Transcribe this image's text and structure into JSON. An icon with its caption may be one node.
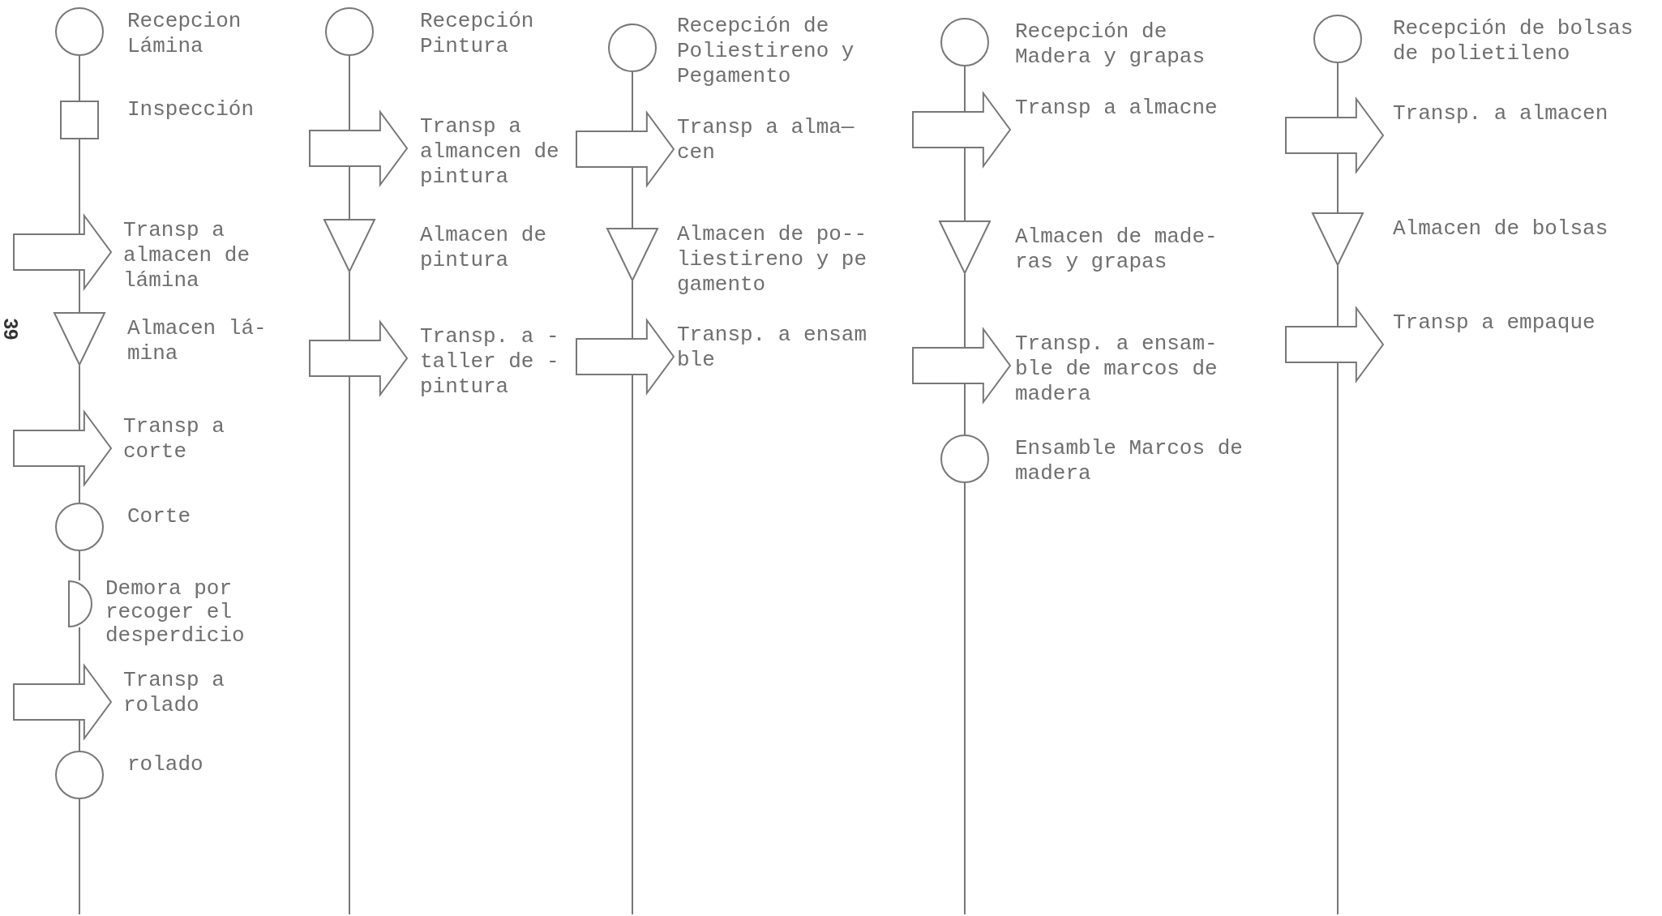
{
  "diagram": {
    "nodes": [
      {
        "text": [],
        "shape": "circle",
        "beside": [
          "Recepcion Lámina"
        ]
      },
      {
        "text": [],
        "shape": "box",
        "beside": [
          "Inspección"
        ]
      },
      {
        "text": [],
        "shape": "arrow",
        "beside": [
          "Transp a almacen de lámina"
        ]
      },
      {
        "text": [],
        "shape": "triangle",
        "beside": [
          "Almacen lá- mina"
        ]
      },
      {
        "text": [],
        "shape": "arrow",
        "beside": [
          "Transp a corte"
        ]
      },
      {
        "text": [],
        "shape": "circle",
        "beside": [
          "Corte"
        ]
      },
      {
        "text": [],
        "shape": "semicircle",
        "beside": [
          "Demora por recoger el desperdicio"
        ]
      },
      {
        "text": [],
        "shape": "arrow",
        "beside": [
          "Transp a rolado"
        ]
      },
      {
        "text": [],
        "shape": "circle",
        "beside": [
          "rolado"
        ]
      },
      {
        "text": [],
        "shape": "circle",
        "beside": [
          "Recepción Pintura"
        ]
      },
      {
        "text": [],
        "shape": "arrow",
        "beside": [
          "Transp a almancen de pintura"
        ]
      },
      {
        "text": [],
        "shape": "triangle",
        "beside": [
          "Almacen de pintura"
        ]
      },
      {
        "text": [],
        "shape": "arrow",
        "beside": [
          "Transp. a - taller de - pintura"
        ]
      },
      {
        "text": [],
        "shape": "circle",
        "beside": [
          "Recepción de Poliestireno y Pegamento"
        ]
      },
      {
        "text": [],
        "shape": "arrow",
        "beside": [
          "Transp a alma— cen"
        ]
      },
      {
        "text": [],
        "shape": "triangle",
        "beside": [
          "Almacen de po-- liestireno y pe gamento"
        ]
      },
      {
        "text": [],
        "shape": "arrow",
        "beside": [
          "Transp. a ensam ble"
        ]
      },
      {
        "text": [],
        "shape": "circle",
        "beside": [
          "Recepción de Madera y grapas"
        ]
      },
      {
        "text": [],
        "shape": "arrow",
        "beside": [
          "Transp a almacne"
        ]
      },
      {
        "text": [],
        "shape": "triangle",
        "beside": [
          "Almacen de made- ras y grapas"
        ]
      },
      {
        "text": [],
        "shape": "arrow",
        "beside": [
          "Transp. a ensam- ble de marcos de madera"
        ]
      },
      {
        "text": [],
        "shape": "circle",
        "beside": [
          "Ensamble Marcos de madera"
        ]
      },
      {
        "text": [],
        "shape": "circle",
        "beside": [
          "Recepción de bolsas de polietileno"
        ]
      },
      {
        "text": [],
        "shape": "arrow",
        "beside": [
          "Transp. a almacen"
        ]
      },
      {
        "text": [],
        "shape": "triangle",
        "beside": [
          "Almacen de bolsas"
        ]
      },
      {
        "text": [],
        "shape": "arrow",
        "beside": [
          "Transp a empaque"
        ]
      }
    ],
    "edges": [
      {
        "from": 0,
        "to": 1,
        "arrow": "none"
      },
      {
        "from": 1,
        "to": 2,
        "arrow": "none"
      },
      {
        "from": 2,
        "to": 3,
        "arrow": "none"
      },
      {
        "from": 3,
        "to": 4,
        "arrow": "none"
      },
      {
        "from": 4,
        "to": 5,
        "arrow": "none"
      },
      {
        "from": 5,
        "to": 6,
        "arrow": "none"
      },
      {
        "from": 6,
        "to": 7,
        "arrow": "none"
      },
      {
        "from": 7,
        "to": 8,
        "arrow": "none"
      },
      {
        "from": 8,
        "to": null,
        "arrow": "none"
      },
      {
        "from": 9,
        "to": 10,
        "arrow": "none"
      },
      {
        "from": 10,
        "to": 11,
        "arrow": "none"
      },
      {
        "from": 11,
        "to": 12,
        "arrow": "none"
      },
      {
        "from": 12,
        "to": null,
        "arrow": "none"
      },
      {
        "from": 13,
        "to": 14,
        "arrow": "none"
      },
      {
        "from": 14,
        "to": 15,
        "arrow": "none"
      },
      {
        "from": 15,
        "to": 16,
        "arrow": "none"
      },
      {
        "from": 16,
        "to": null,
        "arrow": "none"
      },
      {
        "from": 17,
        "to": 18,
        "arrow": "none"
      },
      {
        "from": 18,
        "to": 19,
        "arrow": "none"
      },
      {
        "from": 19,
        "to": 20,
        "arrow": "none"
      },
      {
        "from": 20,
        "to": 21,
        "arrow": "none"
      },
      {
        "from": 21,
        "to": null,
        "arrow": "none"
      },
      {
        "from": 22,
        "to": 23,
        "arrow": "none"
      },
      {
        "from": 23,
        "to": 24,
        "arrow": "none"
      },
      {
        "from": 24,
        "to": 25,
        "arrow": "none"
      },
      {
        "from": 25,
        "to": null,
        "arrow": "none"
      }
    ],
    "labels": [
      "39"
    ]
  }
}
